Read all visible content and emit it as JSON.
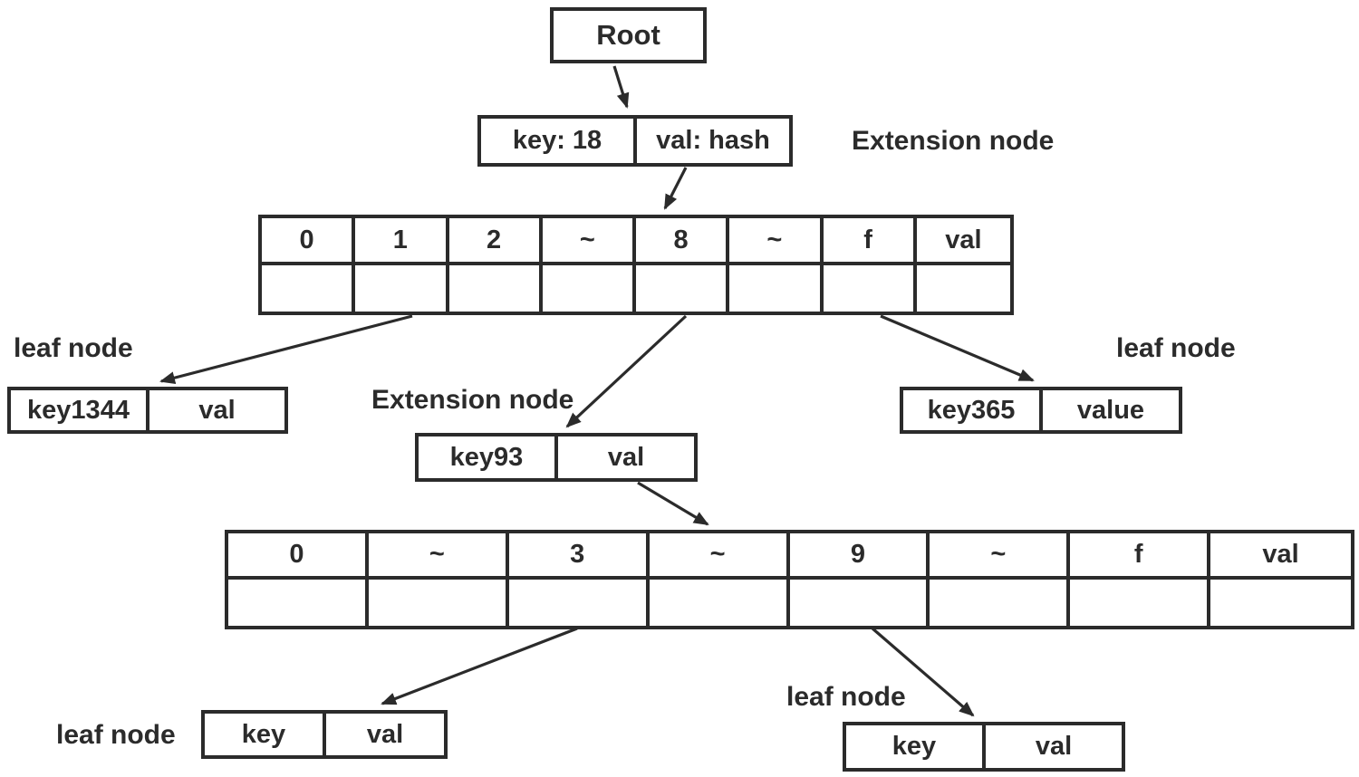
{
  "colors": {
    "ink": "#2b2b2b",
    "background": "#ffffff"
  },
  "nodes": {
    "root": {
      "label": "Root"
    },
    "extension1": {
      "annotation": "Extension node",
      "key": "key: 18",
      "val": "val: hash"
    },
    "branch1": {
      "cells": [
        "0",
        "1",
        "2",
        "~",
        "8",
        "~",
        "f",
        "val"
      ]
    },
    "leaf_left": {
      "annotation": "leaf node",
      "key": "key1344",
      "val": "val"
    },
    "extension2": {
      "annotation": "Extension node",
      "key": "key93",
      "val": "val"
    },
    "leaf_right": {
      "annotation": "leaf node",
      "key": "key365",
      "val": "value"
    },
    "branch2": {
      "cells": [
        "0",
        "~",
        "3",
        "~",
        "9",
        "~",
        "f",
        "val"
      ]
    },
    "leaf_bottom_left": {
      "annotation": "leaf node",
      "key": "key",
      "val": "val"
    },
    "leaf_bottom_right": {
      "annotation": "leaf node",
      "key": "key",
      "val": "val"
    }
  }
}
